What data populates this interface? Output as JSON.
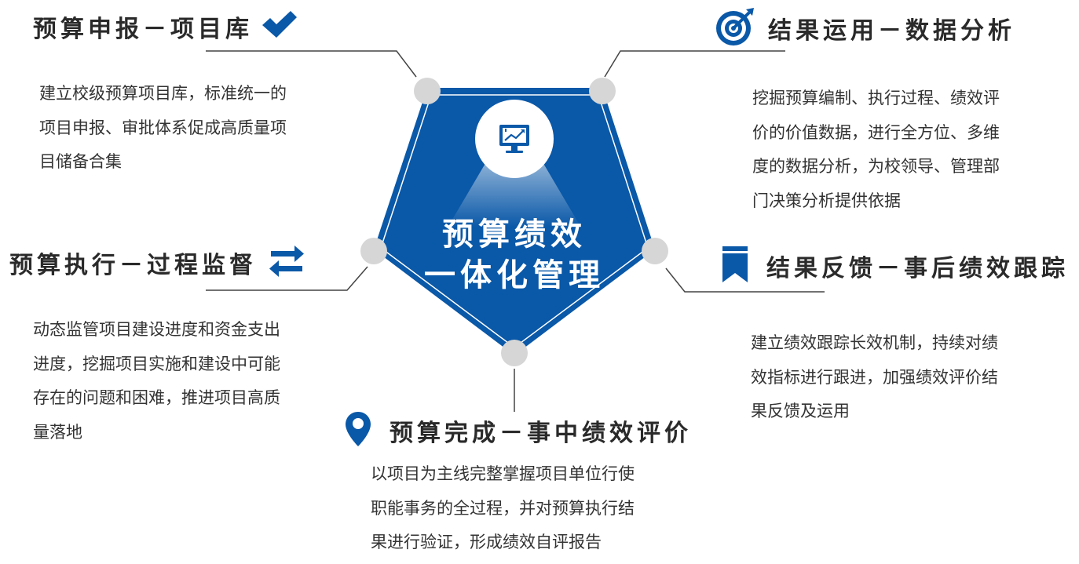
{
  "colors": {
    "primary": "#0a58a8",
    "dark": "#063d7c",
    "node": "#d6d6d6",
    "connector": "#444444",
    "text": "#333333",
    "title": "#2a2a2a"
  },
  "center": {
    "line1": "预算绩效",
    "line2": "一体化管理",
    "icon": "monitor-chart-icon"
  },
  "blocks": {
    "top_left": {
      "title": "预算申报－项目库",
      "icon": "checkmark-icon",
      "lines": [
        "建立校级预算项目库，标准统一的",
        "项目申报、审批体系促成高质量项",
        "目储备合集"
      ]
    },
    "top_right": {
      "title": "结果运用－数据分析",
      "icon": "target-icon",
      "lines": [
        "挖掘预算编制、执行过程、绩效评",
        "价的价值数据，进行全方位、多维",
        "度的数据分析，为校领导、管理部",
        "门决策分析提供依据"
      ]
    },
    "mid_left": {
      "title": "预算执行－过程监督",
      "icon": "swap-arrows-icon",
      "lines": [
        "动态监管项目建设进度和资金支出",
        "进度，挖掘项目实施和建设中可能",
        "存在的问题和困难，推进项目高质",
        "量落地"
      ]
    },
    "mid_right": {
      "title": "结果反馈－事后绩效跟踪",
      "icon": "bookmark-icon",
      "lines": [
        "建立绩效跟踪长效机制，持续对绩",
        "效指标进行跟进，加强绩效评价结",
        "果反馈及运用"
      ]
    },
    "bottom": {
      "title": "预算完成－事中绩效评价",
      "icon": "location-pin-icon",
      "lines": [
        "以项目为主线完整掌握项目单位行使",
        "职能事务的全过程，并对预算执行结",
        "果进行验证，形成绩效自评报告"
      ]
    }
  }
}
